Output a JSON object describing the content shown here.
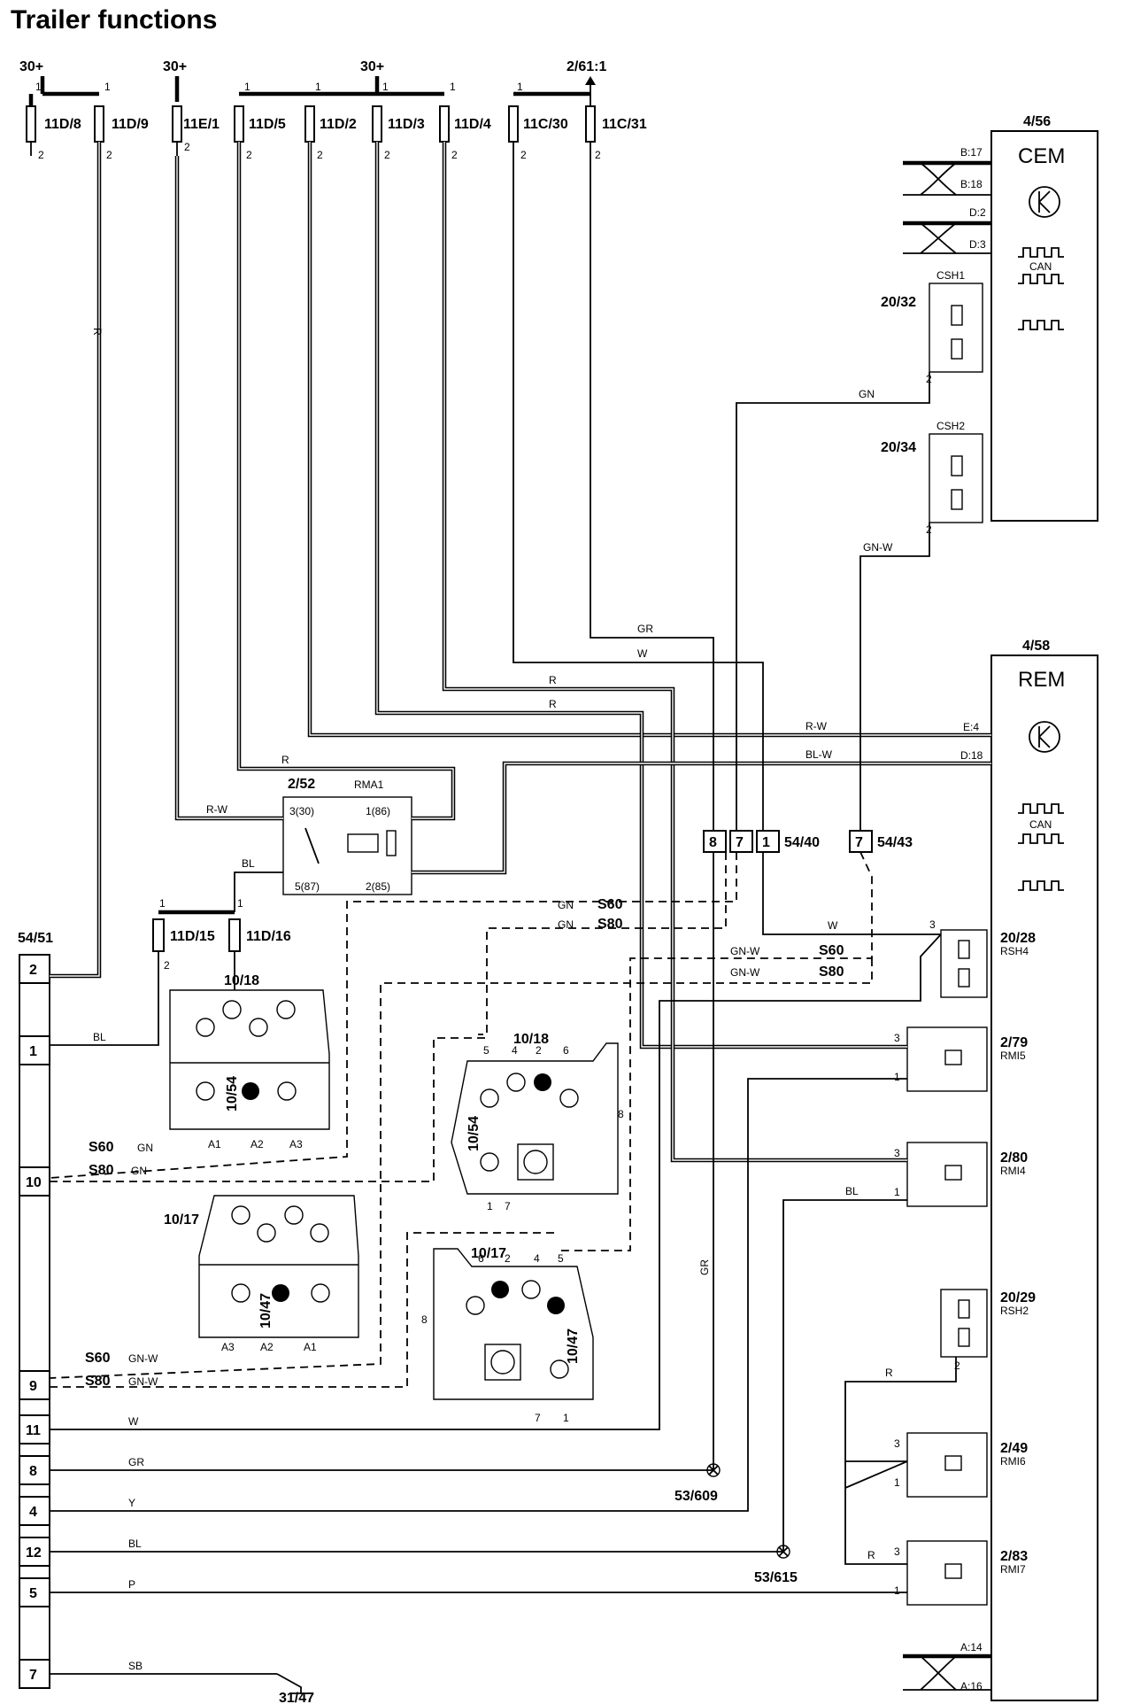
{
  "title": "Trailer functions",
  "supply": {
    "a": "30+",
    "b": "30+",
    "c": "30+",
    "d": "2/61:1"
  },
  "fuses": {
    "f1": "11D/8",
    "f2": "11D/9",
    "f3": "11E/1",
    "f4": "11D/5",
    "f5": "11D/2",
    "f6": "11D/3",
    "f7": "11D/4",
    "f8": "11C/30",
    "f9": "11C/31",
    "f10": "11D/15",
    "f11": "11D/16"
  },
  "cem": {
    "id": "4/56",
    "name": "CEM",
    "bus": "CAN",
    "pins": [
      "B:17",
      "B:18",
      "D:2",
      "D:3"
    ]
  },
  "rem": {
    "id": "4/58",
    "name": "REM",
    "bus": "CAN",
    "pins": [
      "E:4",
      "D:18",
      "A:14",
      "A:16"
    ]
  },
  "shunts": {
    "csh1": {
      "id": "20/32",
      "name": "CSH1"
    },
    "csh2": {
      "id": "20/34",
      "name": "CSH2"
    },
    "rsh4": {
      "id": "20/28",
      "name": "RSH4"
    },
    "rsh2": {
      "id": "20/29",
      "name": "RSH2"
    }
  },
  "relays": {
    "rma1": {
      "id": "2/52",
      "name": "RMA1",
      "p1": "3(30)",
      "p2": "1(86)",
      "p3": "5(87)",
      "p4": "2(85)"
    },
    "rmi5": {
      "id": "2/79",
      "name": "RMI5"
    },
    "rmi4": {
      "id": "2/80",
      "name": "RMI4"
    },
    "rmi6": {
      "id": "2/49",
      "name": "RMI6"
    },
    "rmi7": {
      "id": "2/83",
      "name": "RMI7"
    }
  },
  "connectors": {
    "c5440": {
      "id": "54/40",
      "pins": [
        "8",
        "7",
        "1"
      ]
    },
    "c5443": {
      "id": "54/43",
      "pins": [
        "7"
      ]
    },
    "c5451": {
      "id": "54/51",
      "pins": [
        "2",
        "1",
        "10",
        "9",
        "11",
        "8",
        "4",
        "12",
        "5",
        "7"
      ]
    }
  },
  "lamps": {
    "l1018": "10/18",
    "l1054": "10/54",
    "l1017": "10/17",
    "l1047": "10/47",
    "pinA1": "A1",
    "pinA2": "A2",
    "pinA3": "A3"
  },
  "variants": {
    "s60": "S60",
    "s80": "S80"
  },
  "wires": {
    "R": "R",
    "RW": "R-W",
    "BL": "BL",
    "BLW": "BL-W",
    "GN": "GN",
    "GNW": "GN-W",
    "GR": "GR",
    "W": "W",
    "Y": "Y",
    "P": "P",
    "SB": "SB"
  },
  "grounds": {
    "g609": "53/609",
    "g615": "53/615",
    "g3147": "31/47"
  }
}
